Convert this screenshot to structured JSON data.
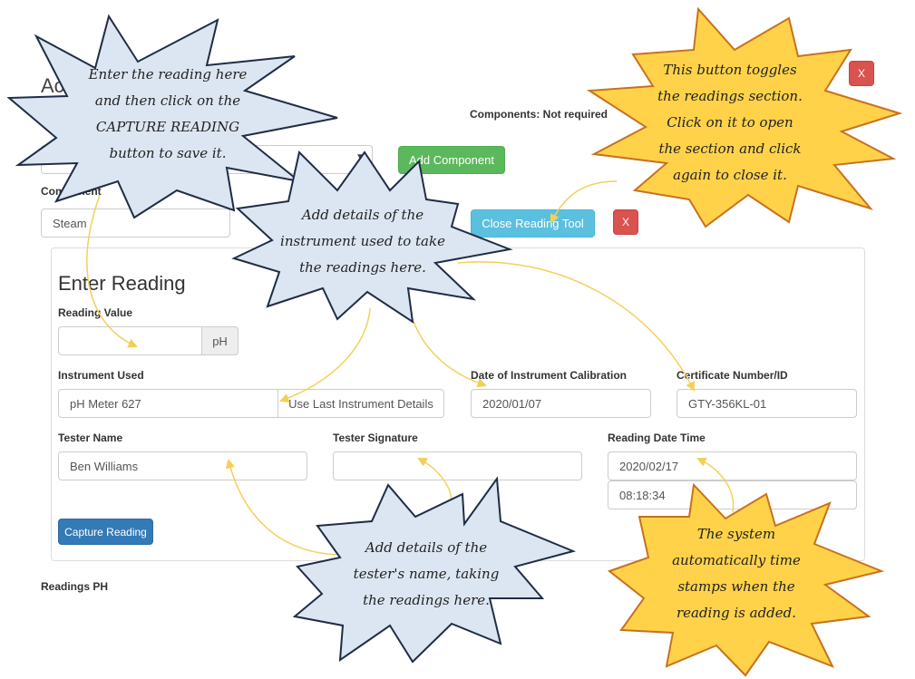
{
  "page": {
    "heading_partial": "Ac",
    "components_status": "Components: Not required",
    "select_value": "",
    "add_component_label": "Add Component",
    "component_label": "Component",
    "component_value": "Steam",
    "close_reading_tool_label": "Close Reading Tool",
    "close_x_label": "X",
    "readings_ph_label": "Readings PH"
  },
  "form": {
    "title": "Enter Reading",
    "reading_value_label": "Reading Value",
    "reading_value": "",
    "reading_unit": "pH",
    "instrument_used_label": "Instrument Used",
    "instrument_used_value": "pH Meter 627",
    "use_last_instrument_label": "Use Last Instrument Details",
    "calibration_date_label": "Date of Instrument Calibration",
    "calibration_date_value": "2020/01/07",
    "certificate_label": "Certificate Number/ID",
    "certificate_value": "GTY-356KL-01",
    "tester_name_label": "Tester Name",
    "tester_name_value": "Ben Williams",
    "tester_signature_label": "Tester Signature",
    "tester_signature_value": "",
    "reading_datetime_label": "Reading Date Time",
    "reading_date_value": "2020/02/17",
    "reading_time_value": "08:18:34",
    "capture_button_label": "Capture Reading"
  },
  "callouts": {
    "enter_reading": [
      "Enter the reading here",
      "and then click on the",
      "CAPTURE READING",
      "button to save it."
    ],
    "instrument": [
      "Add details of the",
      "instrument used to take",
      "the readings here."
    ],
    "toggle": [
      "This button toggles",
      "the readings section.",
      "Click on it to open",
      "the section and click",
      "again to close it."
    ],
    "tester": [
      "Add details of the",
      "tester's name, taking",
      "the readings here."
    ],
    "timestamp": [
      "The system",
      "automatically time",
      "stamps when the",
      "reading is added."
    ]
  },
  "colors": {
    "blue_callout": "#dce6f2",
    "blue_callout_border": "#1f2d44",
    "yellow_callout": "#ffd24a",
    "yellow_callout_border": "#c8711e",
    "arrow": "#f4cf57",
    "btn_green": "#5cb85c",
    "btn_info": "#5bc0de",
    "btn_danger": "#d9534f",
    "btn_primary": "#337ab7"
  }
}
